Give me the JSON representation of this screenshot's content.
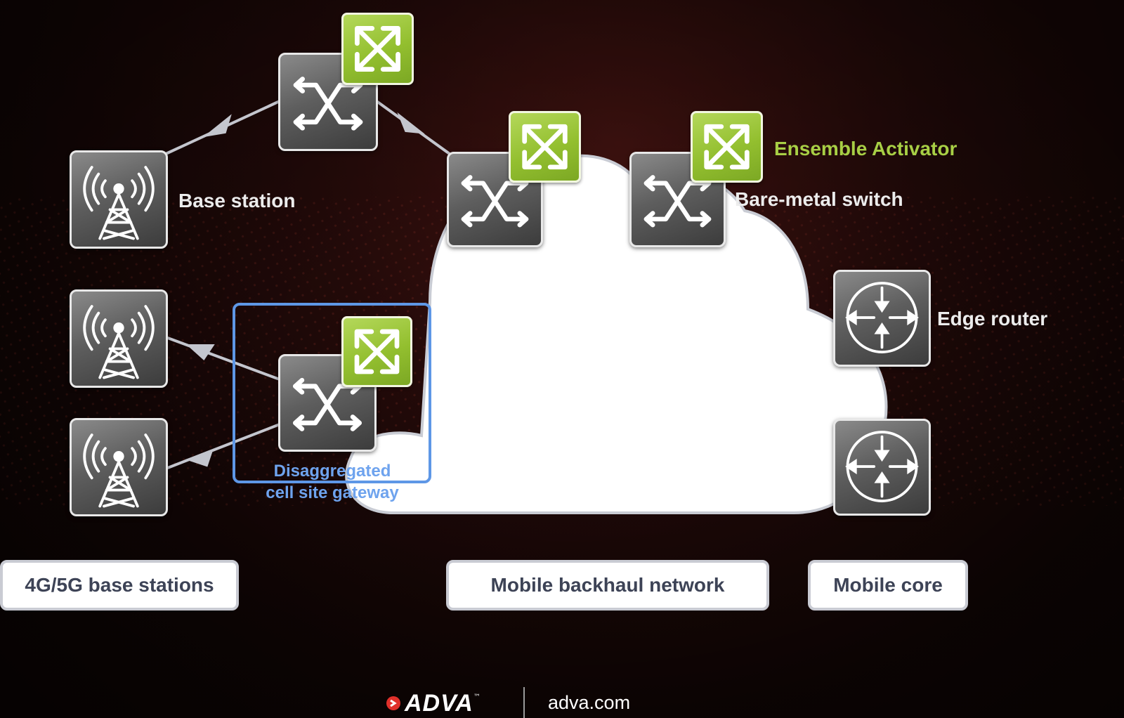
{
  "labels": {
    "base_station": "Base station",
    "ensemble_activator": "Ensemble Activator",
    "bare_metal_switch": "Bare-metal switch",
    "edge_router": "Edge router",
    "gateway_line1": "Disaggregated",
    "gateway_line2": "cell site gateway"
  },
  "sections": {
    "base_stations": "4G/5G base stations",
    "backhaul": "Mobile backhaul network",
    "core": "Mobile core"
  },
  "footer": {
    "brand": "ADVA",
    "trademark": "™",
    "url": "adva.com"
  },
  "colors": {
    "accent_green": "#a8cf45",
    "gateway_blue": "#6ea3ee",
    "device_gray": "#5e5e5e"
  },
  "icons": {
    "base_station": "radio-tower-icon",
    "switch": "switch-arrows-icon",
    "activator": "x-arrows-icon",
    "router": "router-icon"
  }
}
